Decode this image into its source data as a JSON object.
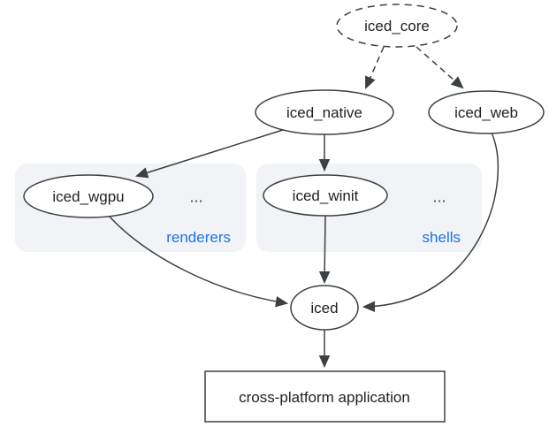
{
  "diagram_type": "dependency-graph",
  "colors": {
    "background": "#ffffff",
    "edge": "#3c4043",
    "node_border": "#3c4043",
    "node_fill": "#ffffff",
    "node_text": "#212121",
    "group_fill": "#f1f3f6",
    "group_label": "#1a73e8"
  },
  "nodes": {
    "iced_core": {
      "label": "iced_core",
      "shape": "ellipse",
      "border": "dashed"
    },
    "iced_native": {
      "label": "iced_native",
      "shape": "ellipse",
      "border": "solid"
    },
    "iced_web": {
      "label": "iced_web",
      "shape": "ellipse",
      "border": "solid"
    },
    "iced_wgpu": {
      "label": "iced_wgpu",
      "shape": "ellipse",
      "border": "solid"
    },
    "iced_winit": {
      "label": "iced_winit",
      "shape": "ellipse",
      "border": "solid"
    },
    "iced": {
      "label": "iced",
      "shape": "ellipse",
      "border": "solid"
    },
    "app": {
      "label": "cross-platform application",
      "shape": "rectangle",
      "border": "solid"
    }
  },
  "groups": {
    "renderers": {
      "label": "renderers",
      "ellipsis": "...",
      "contains": [
        "iced_wgpu"
      ]
    },
    "shells": {
      "label": "shells",
      "ellipsis": "...",
      "contains": [
        "iced_winit"
      ]
    }
  },
  "edges": [
    {
      "from": "iced_core",
      "to": "iced_native",
      "style": "dashed"
    },
    {
      "from": "iced_core",
      "to": "iced_web",
      "style": "dashed"
    },
    {
      "from": "iced_native",
      "to": "iced_wgpu",
      "style": "solid"
    },
    {
      "from": "iced_native",
      "to": "iced_winit",
      "style": "solid"
    },
    {
      "from": "iced_wgpu",
      "to": "iced",
      "style": "solid"
    },
    {
      "from": "iced_winit",
      "to": "iced",
      "style": "solid"
    },
    {
      "from": "iced_web",
      "to": "iced",
      "style": "solid"
    },
    {
      "from": "iced",
      "to": "app",
      "style": "solid"
    }
  ]
}
